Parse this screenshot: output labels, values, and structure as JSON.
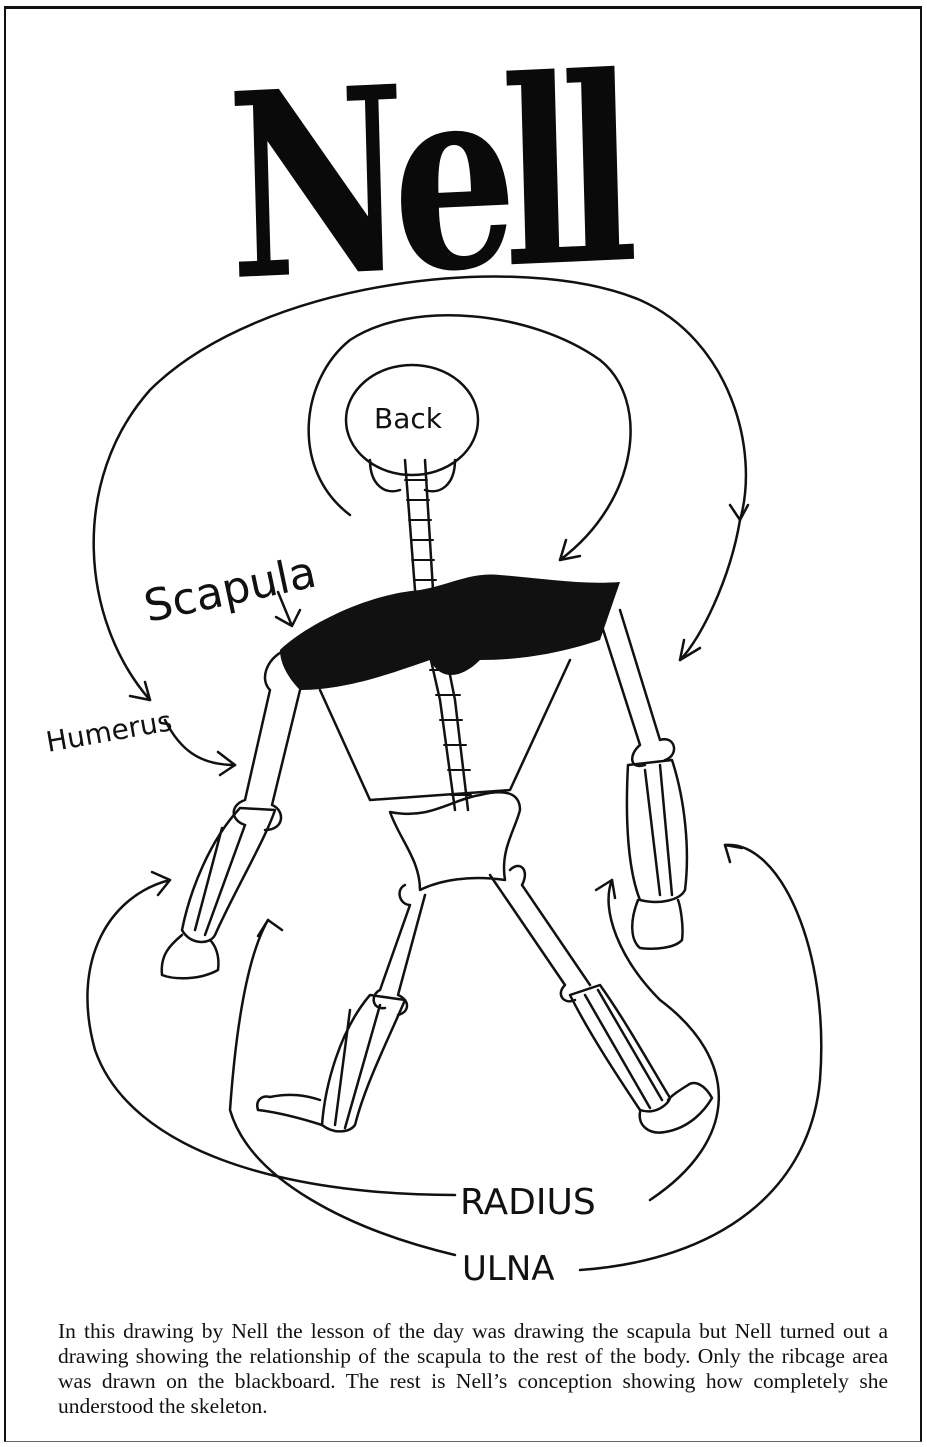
{
  "drawing": {
    "title": "Nell",
    "labels": {
      "skull": "Back",
      "scapula": "Scapula",
      "humerus": "Humerus",
      "radius": "RADIUS",
      "ulna": "ULNA"
    }
  },
  "caption": "In this drawing by Nell the lesson of the day was drawing the scapula but Nell turned out a drawing showing the relationship of the scapula to the rest of the body. Only the ribcage area was drawn on the blackboard. The rest is Nell’s conception showing how completely she understood the skeleton."
}
